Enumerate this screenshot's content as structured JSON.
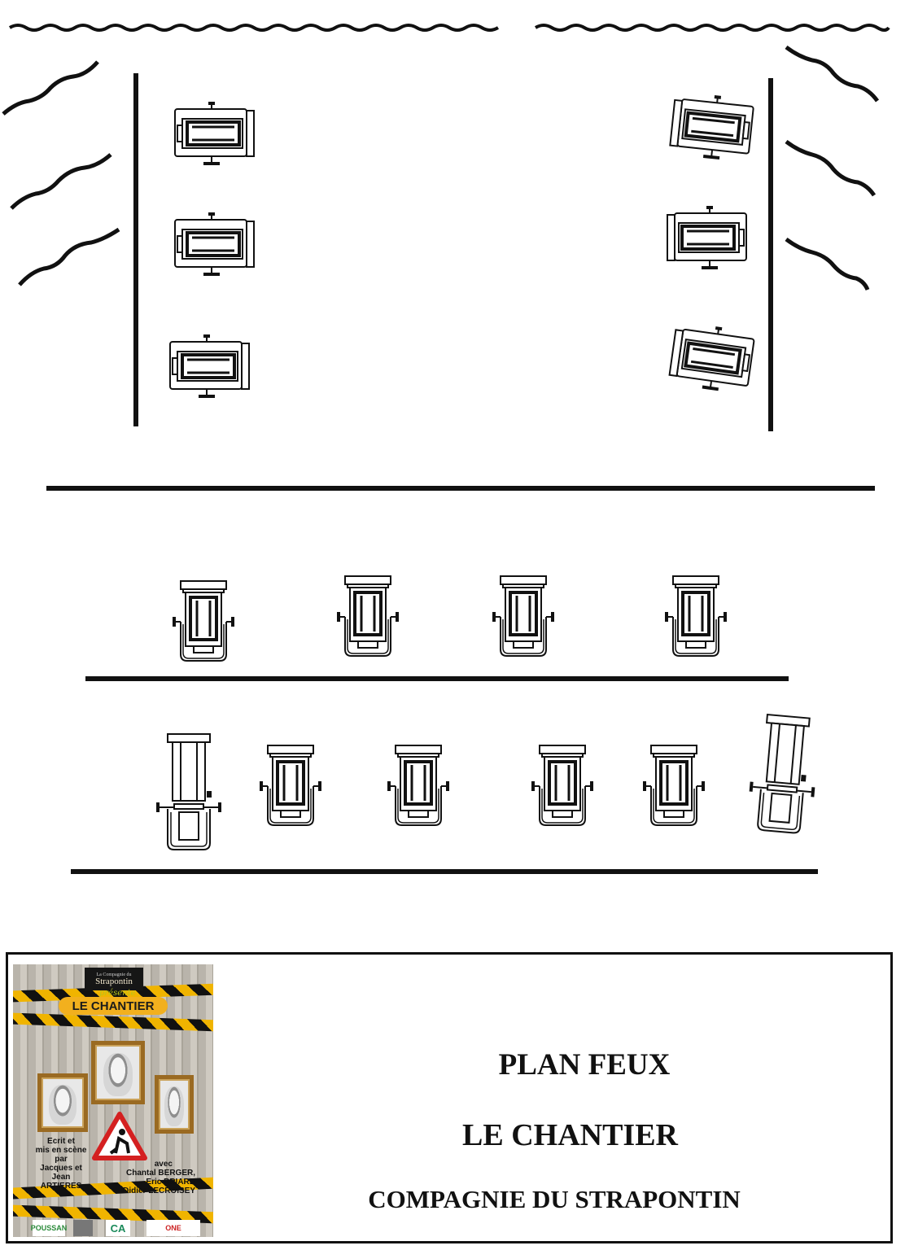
{
  "title_block": {
    "line1": "PLAN FEUX",
    "line2": "LE CHANTIER",
    "line3": "COMPAGNIE DU STRAPONTIN"
  },
  "poster": {
    "logo_small": "La Compagnie du",
    "logo": "Strapontin",
    "presents": "présente",
    "title": "LE CHANTIER",
    "credits_written": [
      "Ecrit et",
      "mis en scène",
      "par",
      "Jacques et",
      "Jean ARTIERES"
    ],
    "credits_cast": [
      "avec",
      "Chantal BERGER,",
      "Eric BRIARD",
      "Didier LECROISEY"
    ],
    "sponsors": [
      "POUSSAN",
      "CA",
      "ONE"
    ]
  },
  "legend": {
    "fixture_icon": "spotlight-icon",
    "curtain_icon": "curtain-drape-icon"
  },
  "colors": {
    "ink": "#111111",
    "tape_yellow": "#f0b400",
    "banner_orange": "#f2b01e",
    "frame_gold": "#9a6a22"
  }
}
